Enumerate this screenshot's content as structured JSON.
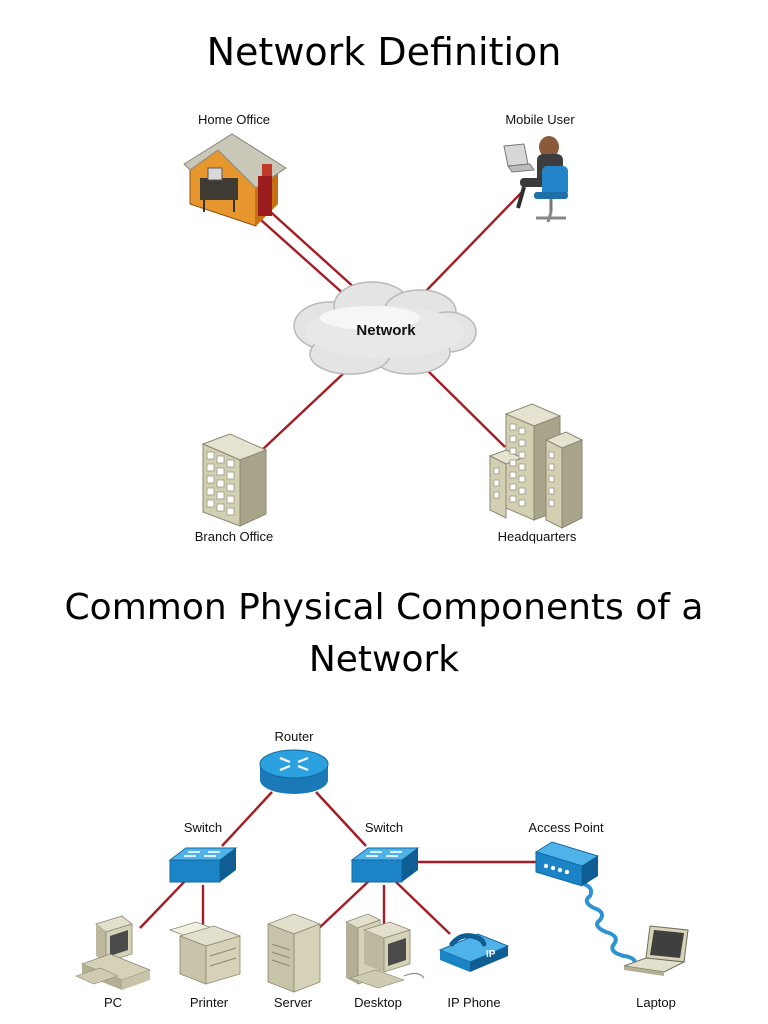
{
  "section1": {
    "title": "Network Definition",
    "nodes": {
      "home_office": "Home Office",
      "mobile_user": "Mobile User",
      "network": "Network",
      "branch_office": "Branch Office",
      "headquarters": "Headquarters"
    }
  },
  "section2": {
    "title_line1": "Common Physical Components of a",
    "title_line2": "Network",
    "nodes": {
      "router": "Router",
      "switch_left": "Switch",
      "switch_right": "Switch",
      "access_point": "Access Point",
      "pc": "PC",
      "printer": "Printer",
      "server": "Server",
      "desktop": "Desktop",
      "ip_phone": "IP Phone",
      "laptop": "Laptop",
      "ip_phone_badge": "IP"
    }
  },
  "colors": {
    "link": "#a51c24",
    "cisco_blue": "#1f8fd0",
    "building": "#d6d2b8",
    "cloud": "#e6e6e6"
  }
}
